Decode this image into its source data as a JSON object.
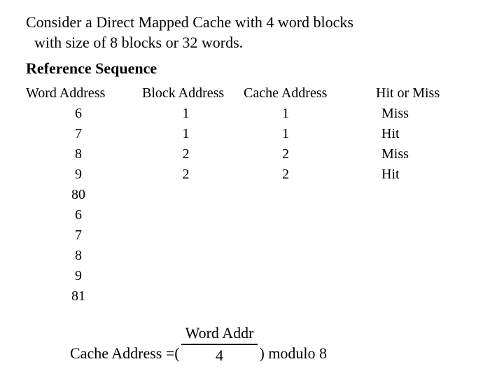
{
  "slide": {
    "intro": {
      "line_1": "Consider a Direct Mapped Cache with 4 word blocks",
      "line_2": "with size of 8 blocks or 32 words."
    },
    "section_title": "Reference Sequence",
    "table": {
      "headers": {
        "word_address": "Word Address",
        "block_address": "Block Address",
        "cache_address": "Cache Address",
        "hit_or_miss": "Hit or Miss"
      },
      "rows": [
        {
          "word_address": "6",
          "block_address": "1",
          "cache_address": "1",
          "hit_or_miss": "Miss"
        },
        {
          "word_address": "7",
          "block_address": "1",
          "cache_address": "1",
          "hit_or_miss": "Hit"
        },
        {
          "word_address": "8",
          "block_address": "2",
          "cache_address": "2",
          "hit_or_miss": "Miss"
        },
        {
          "word_address": "9",
          "block_address": "2",
          "cache_address": "2",
          "hit_or_miss": "Hit"
        },
        {
          "word_address": "80",
          "block_address": "",
          "cache_address": "",
          "hit_or_miss": ""
        },
        {
          "word_address": "6",
          "block_address": "",
          "cache_address": "",
          "hit_or_miss": ""
        },
        {
          "word_address": "7",
          "block_address": "",
          "cache_address": "",
          "hit_or_miss": ""
        },
        {
          "word_address": "8",
          "block_address": "",
          "cache_address": "",
          "hit_or_miss": ""
        },
        {
          "word_address": "9",
          "block_address": "",
          "cache_address": "",
          "hit_or_miss": ""
        },
        {
          "word_address": "81",
          "block_address": "",
          "cache_address": "",
          "hit_or_miss": ""
        }
      ]
    },
    "formula": {
      "lead": "Cache Address =(",
      "numerator": "Word Addr",
      "denominator": "4",
      "trail": ") modulo 8"
    },
    "colors": {
      "background": "#ffffff",
      "text": "#000000"
    }
  }
}
